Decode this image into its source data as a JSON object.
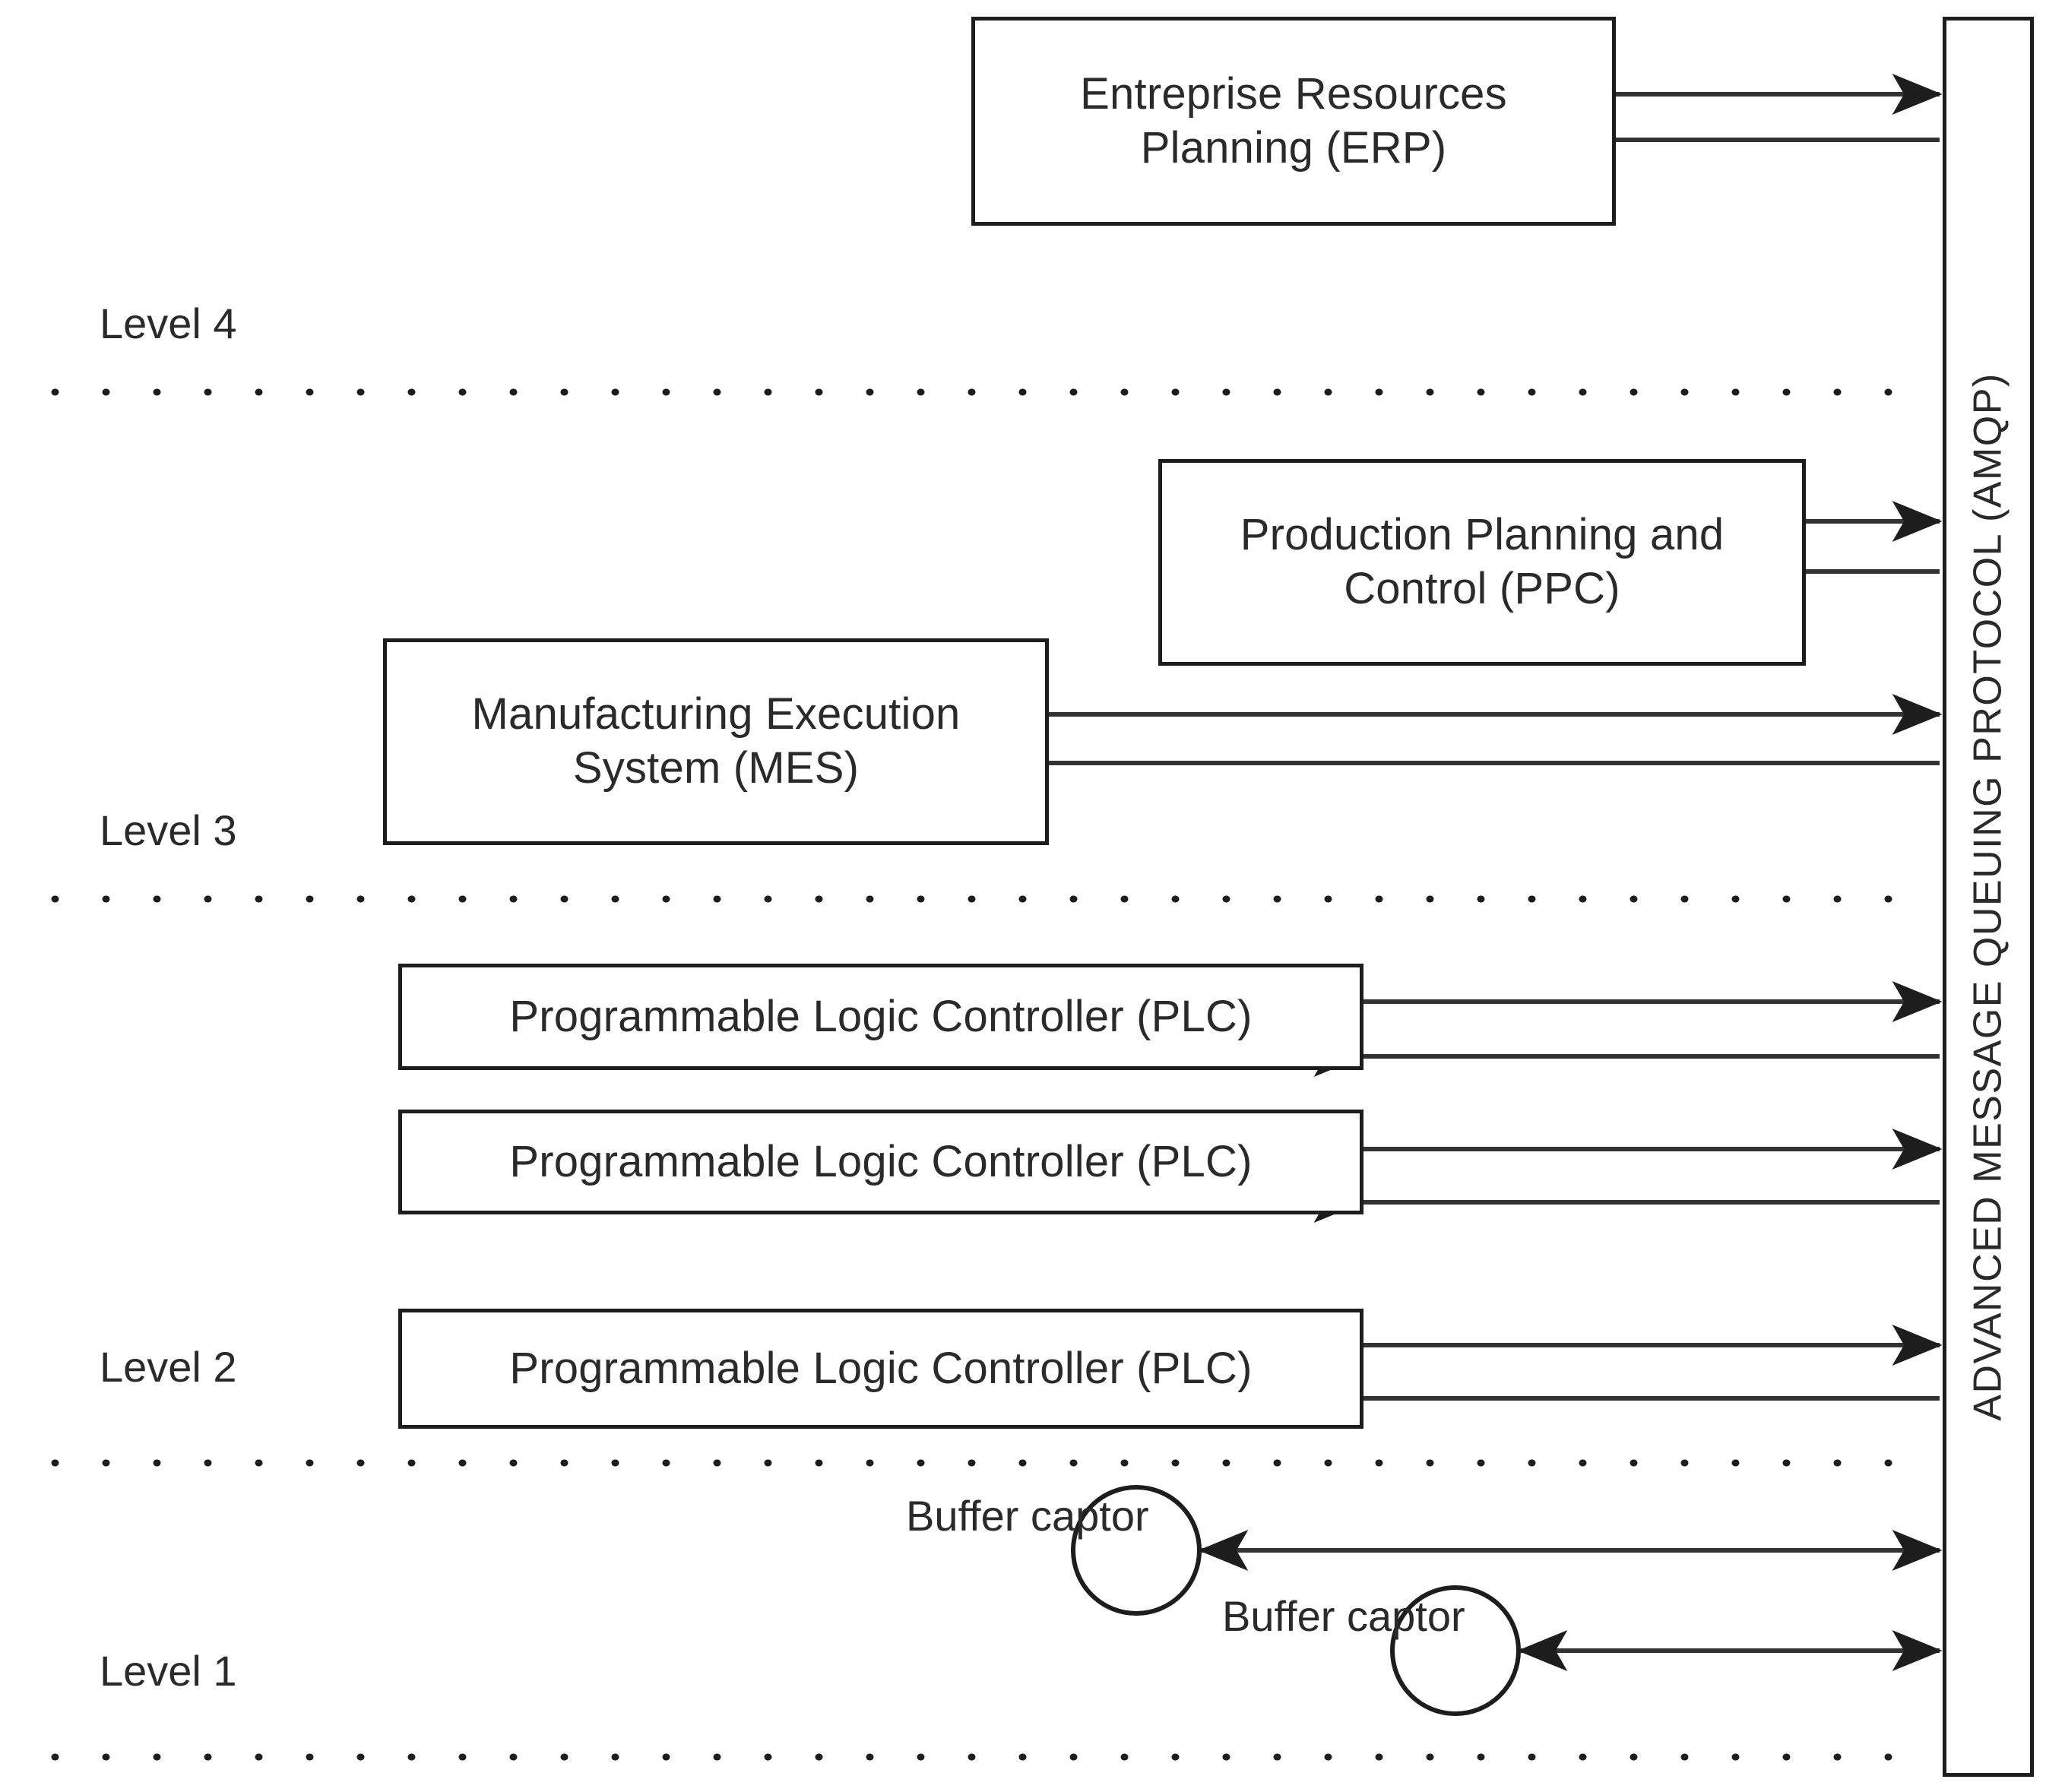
{
  "diagram": {
    "title": "Automation pyramid with AMQP message bus",
    "colors": {
      "stroke": "#1d1d1d",
      "text": "#2a2a2a",
      "background": "#ffffff",
      "arrow": "#333333",
      "dotted": "#1d1d1d"
    },
    "bus": {
      "label": "ADVANCED MESSAGE QUEUING PROTOCOL (AMQP)",
      "orientation": "vertical-rotated-90"
    },
    "levels": [
      {
        "id": "level-4",
        "label": "Level 4"
      },
      {
        "id": "level-3",
        "label": "Level 3"
      },
      {
        "id": "level-2",
        "label": "Level 2"
      },
      {
        "id": "level-1",
        "label": "Level 1"
      }
    ],
    "nodes": [
      {
        "id": "erp",
        "level": "Level 4",
        "line1": "Entreprise Resources",
        "line2": "Planning (ERP)",
        "shape": "rectangle",
        "connection": "bidirectional"
      },
      {
        "id": "ppc",
        "level": "Level 3",
        "line1": "Production Planning and",
        "line2": "Control (PPC)",
        "shape": "rectangle",
        "connection": "bidirectional"
      },
      {
        "id": "mes",
        "level": "Level 3",
        "line1": "Manufacturing Execution",
        "line2": "System (MES)",
        "shape": "rectangle",
        "connection": "bidirectional"
      },
      {
        "id": "plc-1",
        "level": "Level 2",
        "line1": "Programmable Logic Controller (PLC)",
        "line2": "",
        "shape": "rectangle",
        "connection": "bidirectional"
      },
      {
        "id": "plc-2",
        "level": "Level 2",
        "line1": "Programmable Logic Controller (PLC)",
        "line2": "",
        "shape": "rectangle",
        "connection": "bidirectional"
      },
      {
        "id": "plc-3",
        "level": "Level 2",
        "line1": "Programmable Logic Controller (PLC)",
        "line2": "",
        "shape": "rectangle",
        "connection": "bidirectional"
      },
      {
        "id": "buffer-captor-1",
        "level": "Level 1",
        "line1": "Buffer",
        "line2": "captor",
        "shape": "circle",
        "connection": "double-headed"
      },
      {
        "id": "buffer-captor-2",
        "level": "Level 1",
        "line1": "Buffer",
        "line2": "captor",
        "shape": "circle",
        "connection": "double-headed"
      }
    ]
  }
}
